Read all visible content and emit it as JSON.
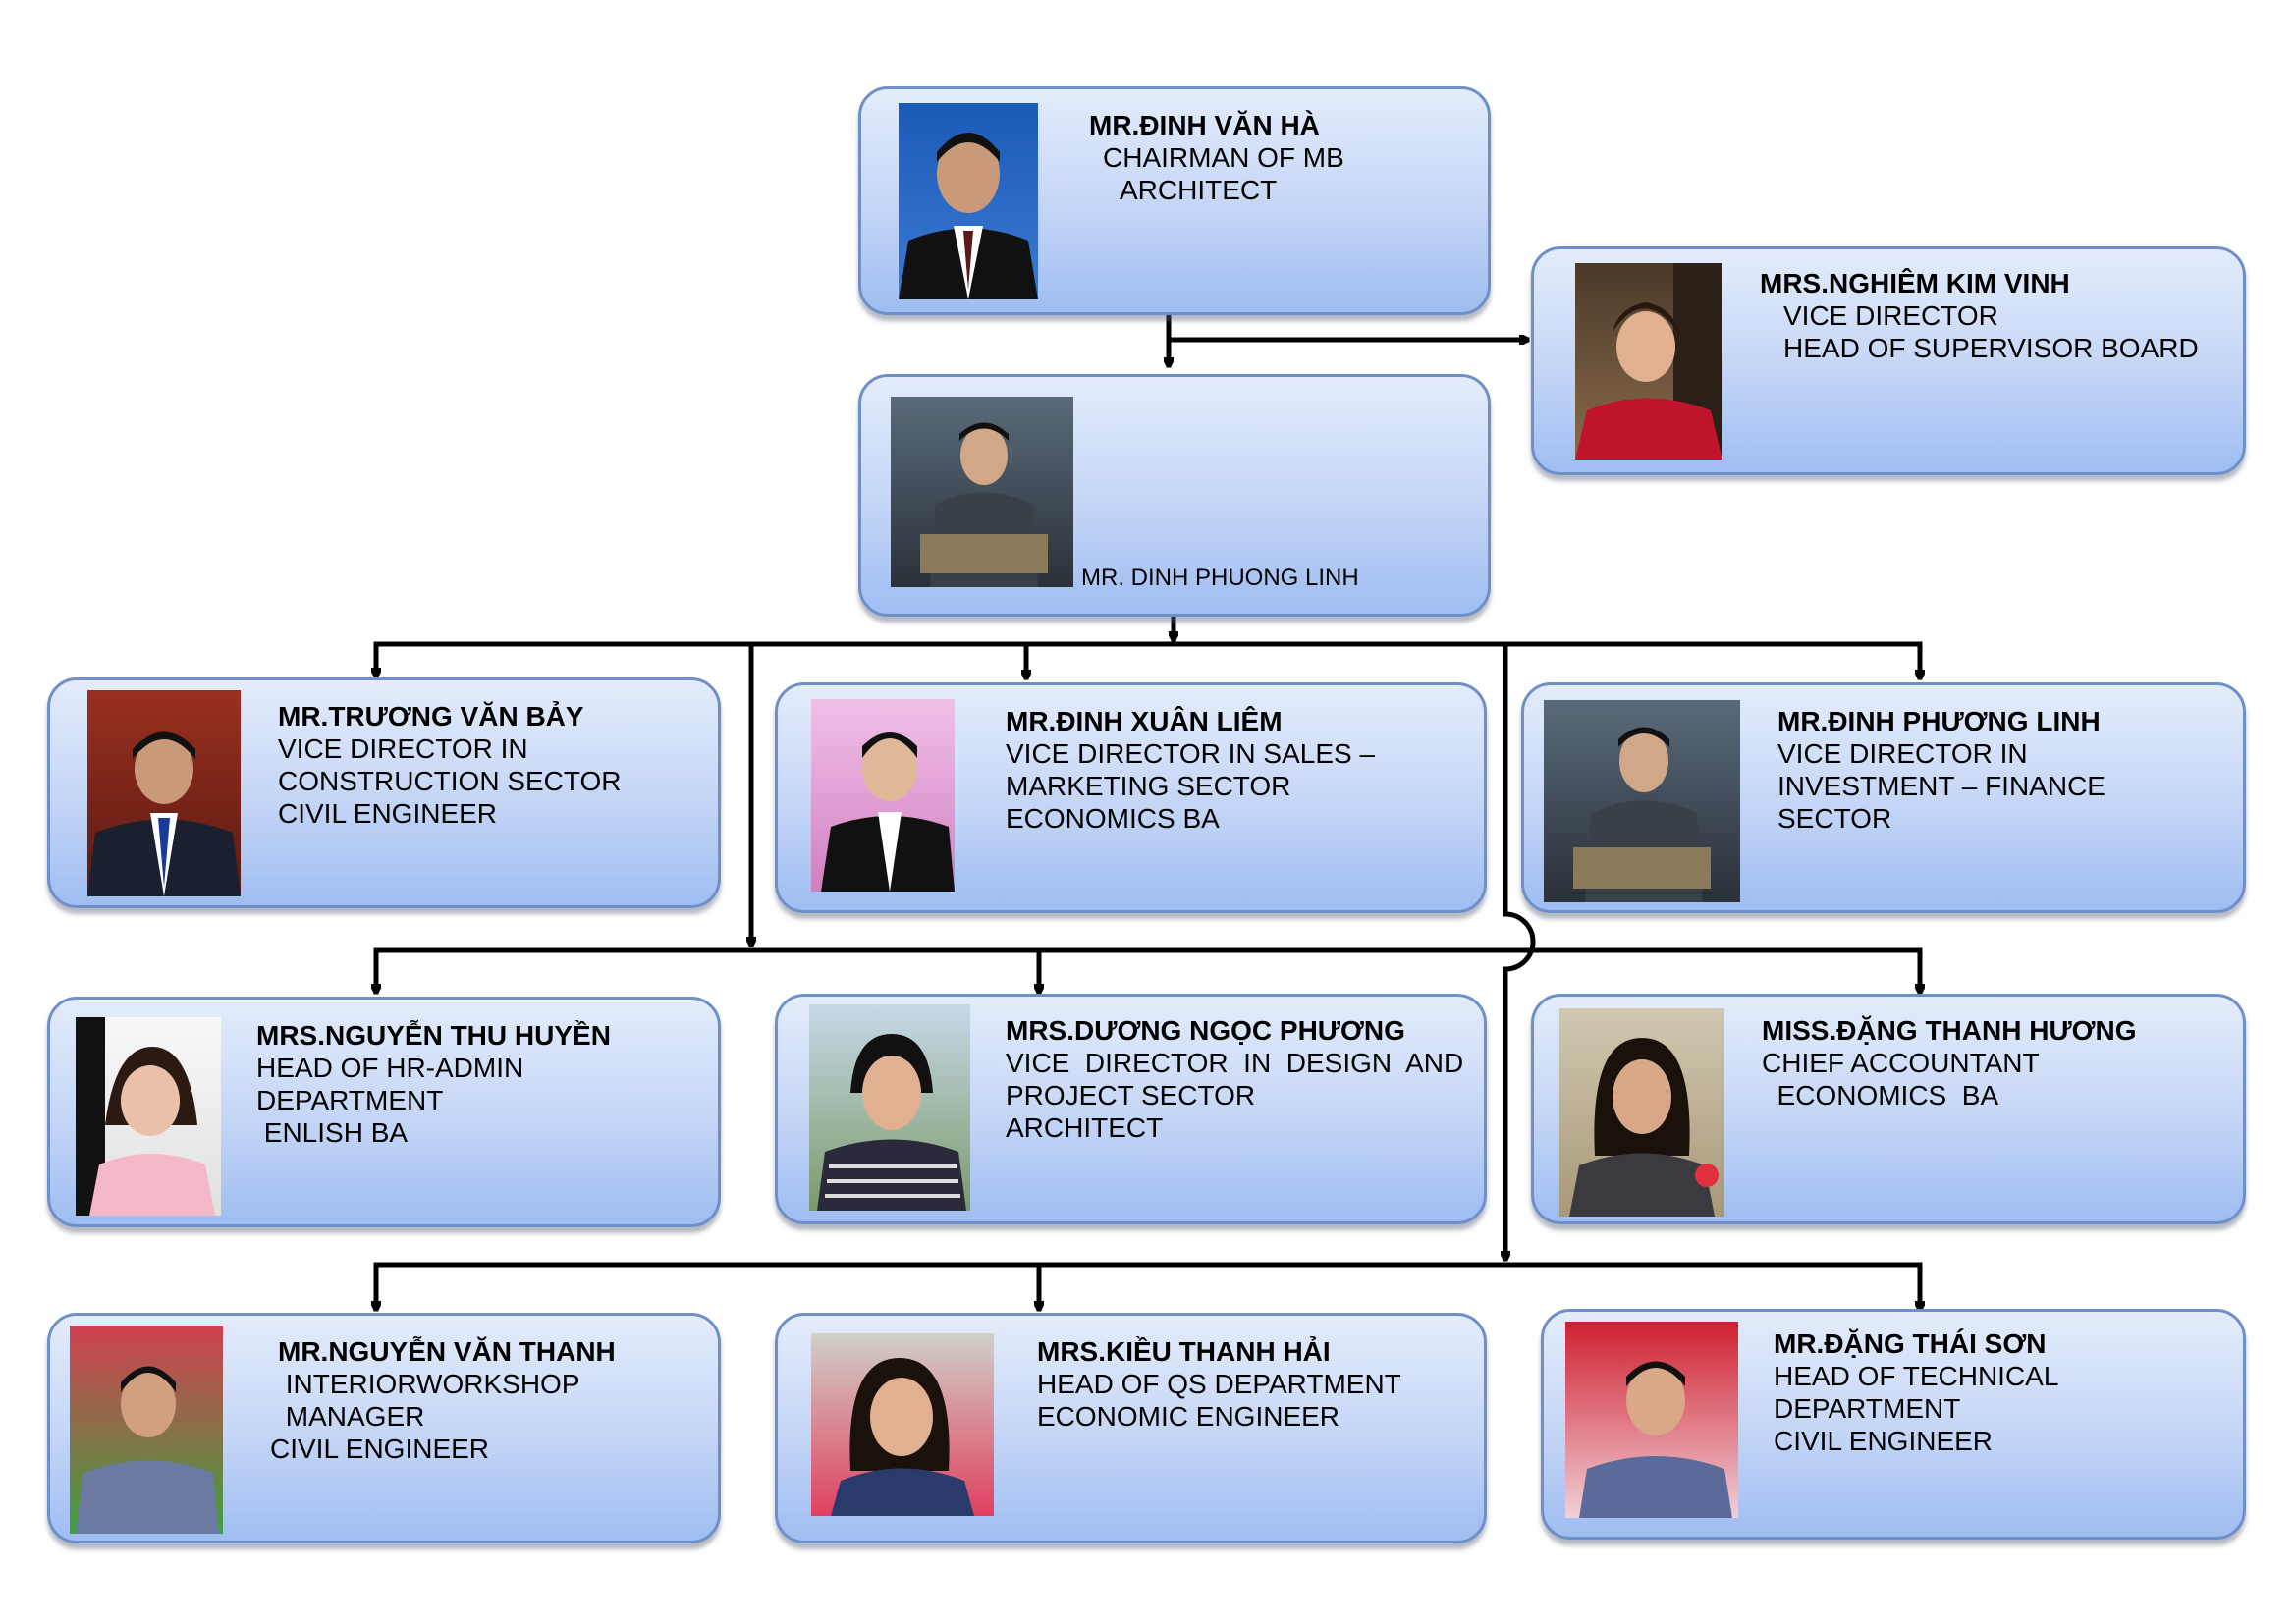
{
  "chart_nodes": {
    "chairman": {
      "name": "MR.ĐINH VĂN HÀ",
      "lines": [
        "CHAIRMAN OF MB",
        "ARCHITECT"
      ]
    },
    "supervisor": {
      "name": "MRS.NGHIÊM KIM VINH",
      "lines": [
        "VICE DIRECTOR",
        "HEAD OF SUPERVISOR BOARD"
      ]
    },
    "director": {
      "name": "MR. DINH PHUONG LINH"
    },
    "construction": {
      "name": "MR.TRƯƠNG VĂN BẢY",
      "lines": [
        "VICE DIRECTOR IN",
        "CONSTRUCTION SECTOR",
        "CIVIL ENGINEER"
      ]
    },
    "sales": {
      "name": "MR.ĐINH XUÂN LIÊM",
      "lines": [
        "VICE DIRECTOR IN SALES –",
        "MARKETING SECTOR",
        "ECONOMICS  BA"
      ]
    },
    "investment": {
      "name": "MR.ĐINH PHƯƠNG LINH",
      "lines": [
        "VICE DIRECTOR IN",
        "INVESTMENT –   FINANCE",
        "SECTOR"
      ]
    },
    "hr": {
      "name": "MRS.NGUYỄN THU HUYỀN",
      "lines": [
        "HEAD OF HR-ADMIN",
        "DEPARTMENT",
        " ENLISH BA"
      ]
    },
    "design": {
      "name": "MRS.DƯƠNG NGỌC PHƯƠNG",
      "lines": [
        "VICE  DIRECTOR  IN  DESIGN  AND",
        "PROJECT SECTOR",
        "ARCHITECT"
      ]
    },
    "accountant": {
      "name": "MISS.ĐẶNG THANH HƯƠNG",
      "lines": [
        "CHIEF ACCOUNTANT",
        "  ECONOMICS  BA"
      ]
    },
    "interior": {
      "name": "MR.NGUYỄN VĂN THANH",
      "lines": [
        " INTERIORWORKSHOP",
        " MANAGER",
        "CIVIL ENGINEER"
      ]
    },
    "qs": {
      "name": "MRS.KIỀU THANH HẢI",
      "lines": [
        "HEAD OF QS DEPARTMENT",
        "ECONOMIC ENGINEER"
      ]
    },
    "technical": {
      "name": "MR.ĐẶNG THÁI SƠN",
      "lines": [
        "HEAD OF TECHNICAL",
        "DEPARTMENT",
        "CIVIL ENGINEER"
      ]
    }
  },
  "colors": {
    "box_border": "#6f8fc9",
    "box_top": "#e4ecfb",
    "box_bottom": "#9fbdf2",
    "connector": "#000000"
  }
}
